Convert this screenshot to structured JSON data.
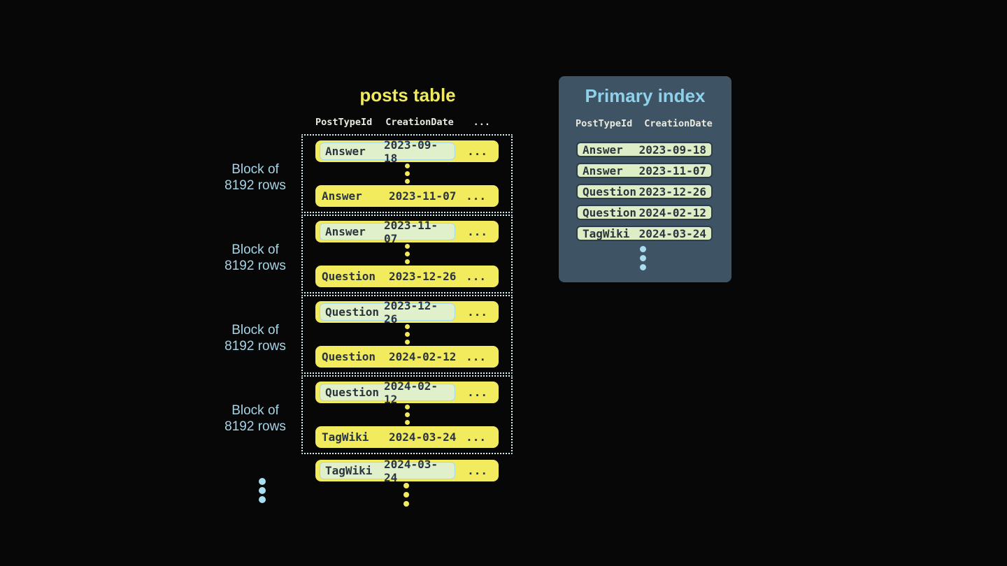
{
  "posts_table": {
    "title": "posts table",
    "headers": {
      "col1": "PostTypeId",
      "col2": "CreationDate",
      "col3": "..."
    },
    "block_label": {
      "line1": "Block of",
      "line2": "8192 rows"
    },
    "ellipsis": "...",
    "blocks": [
      {
        "first": {
          "type": "Answer",
          "date": "2023-09-18"
        },
        "last": {
          "type": "Answer",
          "date": "2023-11-07"
        }
      },
      {
        "first": {
          "type": "Answer",
          "date": "2023-11-07"
        },
        "last": {
          "type": "Question",
          "date": "2023-12-26"
        }
      },
      {
        "first": {
          "type": "Question",
          "date": "2023-12-26"
        },
        "last": {
          "type": "Question",
          "date": "2024-02-12"
        }
      },
      {
        "first": {
          "type": "Question",
          "date": "2024-02-12"
        },
        "last": {
          "type": "TagWiki",
          "date": "2024-03-24"
        }
      }
    ],
    "trailing_row": {
      "type": "TagWiki",
      "date": "2024-03-24"
    }
  },
  "primary_index": {
    "title": "Primary index",
    "headers": {
      "col1": "PostTypeId",
      "col2": "CreationDate"
    },
    "rows": [
      {
        "type": "Answer",
        "date": "2023-09-18"
      },
      {
        "type": "Answer",
        "date": "2023-11-07"
      },
      {
        "type": "Question",
        "date": "2023-12-26"
      },
      {
        "type": "Question",
        "date": "2024-02-12"
      },
      {
        "type": "TagWiki",
        "date": "2024-03-24"
      }
    ]
  },
  "colors": {
    "background": "#070707",
    "row_yellow": "#f2eb5d",
    "title_yellow": "#f0ea5e",
    "accent_blue": "#a5d4e6",
    "index_title_blue": "#8fd0ea",
    "panel_bg": "#3e5464",
    "highlight_green": "#dff0cb",
    "highlight_border": "#a6d9ec",
    "index_row_bg": "#ddeec6",
    "index_row_border": "#2c3c4a",
    "dark_text": "#2b3540",
    "dotted_border": "#dcf0f8",
    "header_text": "#e9e9e0"
  }
}
